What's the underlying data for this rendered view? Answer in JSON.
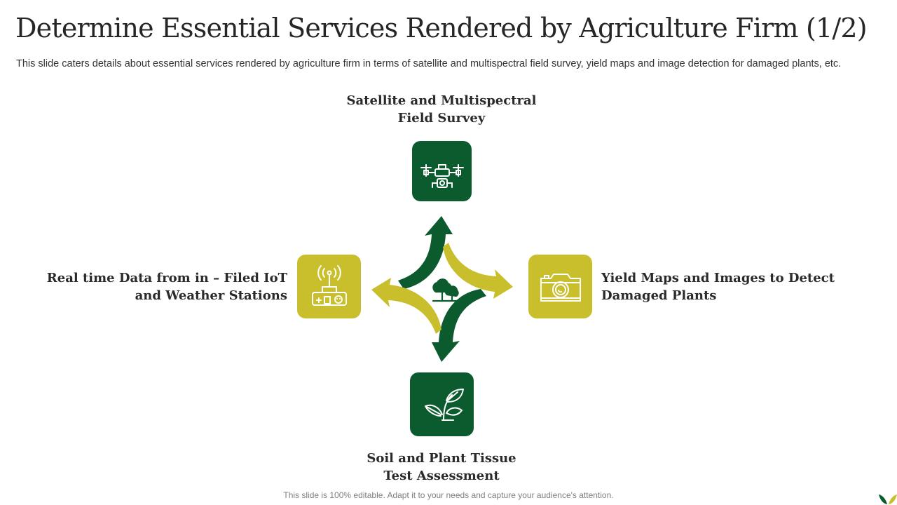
{
  "slide": {
    "title": "Determine Essential Services Rendered by Agriculture Firm (1/2)",
    "subtitle": "This slide caters details about essential services rendered by agriculture firm in terms of satellite and multispectral field survey, yield maps and image detection for damaged plants, etc.",
    "footer": "This slide is 100% editable. Adapt it to your needs and capture your audience's attention."
  },
  "colors": {
    "green": "#0c5b2e",
    "olive": "#c9bf2c",
    "icon_stroke": "#ffffff"
  },
  "services": {
    "top": {
      "line1": "Satellite and Multispectral",
      "line2": "Field Survey",
      "icon": "drone-icon",
      "color": "#0c5b2e"
    },
    "left": {
      "line1": "Real time Data from in – Filed IoT",
      "line2": "and Weather Stations",
      "icon": "iot-station-icon",
      "color": "#c9bf2c"
    },
    "right": {
      "line1": "Yield Maps and Images to Detect",
      "line2": "Damaged Plants",
      "icon": "camera-icon",
      "color": "#c9bf2c"
    },
    "bottom": {
      "line1": "Soil and Plant Tissue",
      "line2": "Test Assessment",
      "icon": "plant-leaves-icon",
      "color": "#0c5b2e"
    }
  },
  "center": {
    "icon": "trees-icon"
  }
}
